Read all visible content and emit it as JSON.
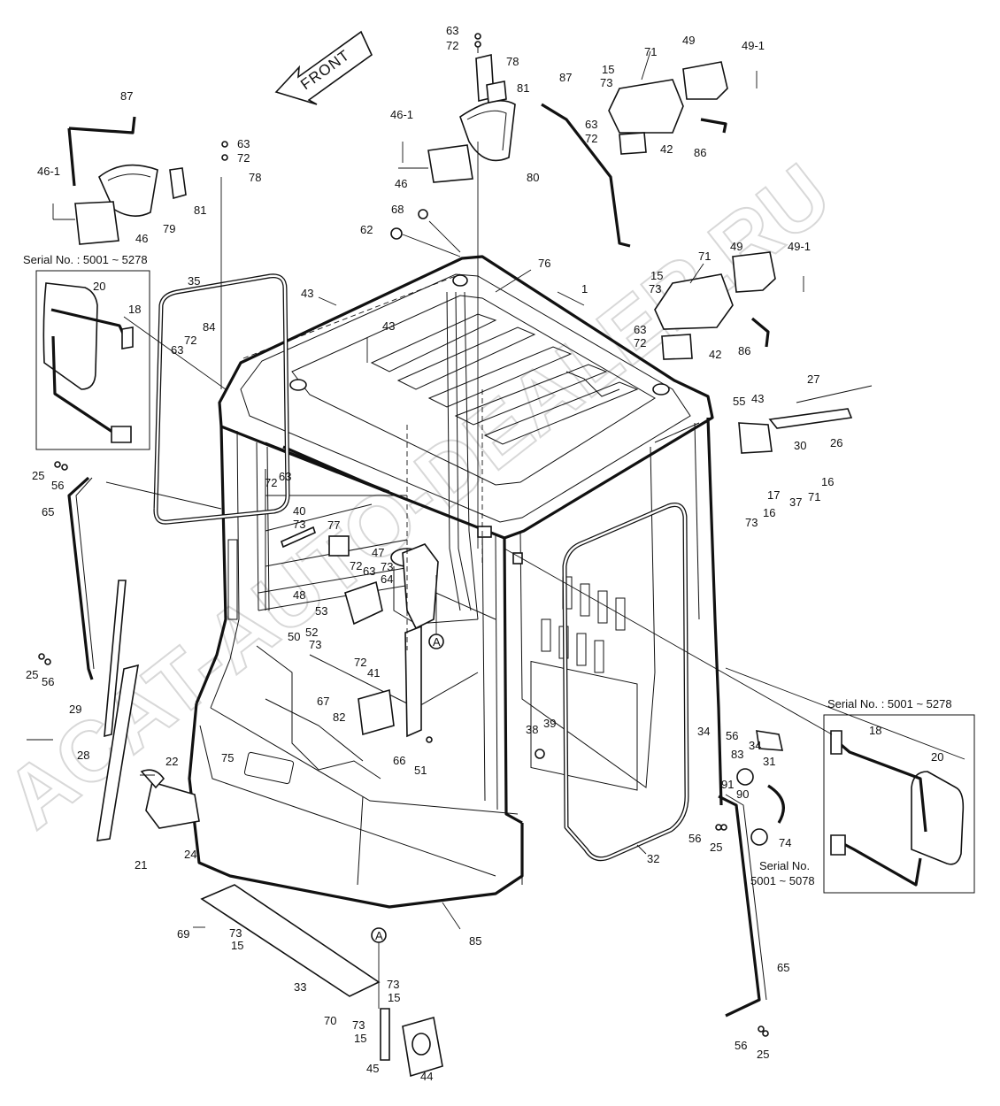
{
  "figure": {
    "direction_label": "FRONT",
    "watermark": "ACAT-AUTO-DEALER.RU",
    "serial_notes": [
      "Serial No. : 5001 ~ 5278",
      "Serial No. : 5001 ~ 5278",
      "Serial No.",
      "5001 ~ 5078"
    ],
    "view_marker": "A"
  },
  "callouts": [
    {
      "label": "63"
    },
    {
      "label": "72"
    },
    {
      "label": "78"
    },
    {
      "label": "81"
    },
    {
      "label": "87"
    },
    {
      "label": "71"
    },
    {
      "label": "49"
    },
    {
      "label": "49-1"
    },
    {
      "label": "15"
    },
    {
      "label": "73"
    },
    {
      "label": "63"
    },
    {
      "label": "72"
    },
    {
      "label": "42"
    },
    {
      "label": "86"
    },
    {
      "label": "46-1"
    },
    {
      "label": "46"
    },
    {
      "label": "80"
    },
    {
      "label": "87"
    },
    {
      "label": "46-1"
    },
    {
      "label": "79"
    },
    {
      "label": "81"
    },
    {
      "label": "46"
    },
    {
      "label": "63"
    },
    {
      "label": "72"
    },
    {
      "label": "78"
    },
    {
      "label": "68"
    },
    {
      "label": "62"
    },
    {
      "label": "76"
    },
    {
      "label": "1"
    },
    {
      "label": "71"
    },
    {
      "label": "49"
    },
    {
      "label": "49-1"
    },
    {
      "label": "15"
    },
    {
      "label": "73"
    },
    {
      "label": "63"
    },
    {
      "label": "72"
    },
    {
      "label": "42"
    },
    {
      "label": "86"
    },
    {
      "label": "43"
    },
    {
      "label": "43"
    },
    {
      "label": "35"
    },
    {
      "label": "20"
    },
    {
      "label": "18"
    },
    {
      "label": "63"
    },
    {
      "label": "72"
    },
    {
      "label": "84"
    },
    {
      "label": "27"
    },
    {
      "label": "55"
    },
    {
      "label": "43"
    },
    {
      "label": "26"
    },
    {
      "label": "30"
    },
    {
      "label": "16"
    },
    {
      "label": "17"
    },
    {
      "label": "16"
    },
    {
      "label": "37"
    },
    {
      "label": "71"
    },
    {
      "label": "73"
    },
    {
      "label": "25"
    },
    {
      "label": "56"
    },
    {
      "label": "65"
    },
    {
      "label": "72"
    },
    {
      "label": "63"
    },
    {
      "label": "40"
    },
    {
      "label": "73"
    },
    {
      "label": "77"
    },
    {
      "label": "47"
    },
    {
      "label": "72"
    },
    {
      "label": "73"
    },
    {
      "label": "63"
    },
    {
      "label": "64"
    },
    {
      "label": "48"
    },
    {
      "label": "53"
    },
    {
      "label": "50"
    },
    {
      "label": "52"
    },
    {
      "label": "73"
    },
    {
      "label": "72"
    },
    {
      "label": "41"
    },
    {
      "label": "67"
    },
    {
      "label": "82"
    },
    {
      "label": "66"
    },
    {
      "label": "51"
    },
    {
      "label": "38"
    },
    {
      "label": "39"
    },
    {
      "label": "25"
    },
    {
      "label": "56"
    },
    {
      "label": "29"
    },
    {
      "label": "28"
    },
    {
      "label": "22"
    },
    {
      "label": "75"
    },
    {
      "label": "21"
    },
    {
      "label": "24"
    },
    {
      "label": "34"
    },
    {
      "label": "56"
    },
    {
      "label": "34"
    },
    {
      "label": "83"
    },
    {
      "label": "31"
    },
    {
      "label": "91"
    },
    {
      "label": "90"
    },
    {
      "label": "74"
    },
    {
      "label": "56"
    },
    {
      "label": "25"
    },
    {
      "label": "32"
    },
    {
      "label": "18"
    },
    {
      "label": "20"
    },
    {
      "label": "85"
    },
    {
      "label": "69"
    },
    {
      "label": "73"
    },
    {
      "label": "15"
    },
    {
      "label": "33"
    },
    {
      "label": "73"
    },
    {
      "label": "15"
    },
    {
      "label": "70"
    },
    {
      "label": "73"
    },
    {
      "label": "15"
    },
    {
      "label": "45"
    },
    {
      "label": "44"
    },
    {
      "label": "65"
    },
    {
      "label": "56"
    },
    {
      "label": "25"
    }
  ]
}
